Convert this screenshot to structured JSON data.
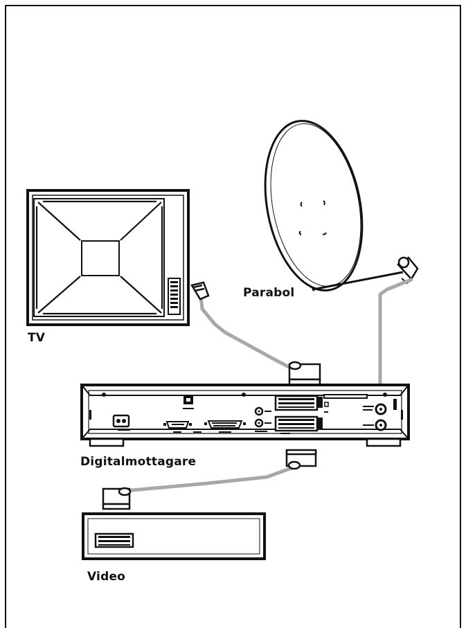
{
  "labels": {
    "tv": "TV",
    "parabol": "Parabol",
    "receiver": "Digitalmottagare",
    "video": "Video"
  },
  "colors": {
    "line": "#111111",
    "cable": "#a8a8a8",
    "background": "#ffffff"
  }
}
